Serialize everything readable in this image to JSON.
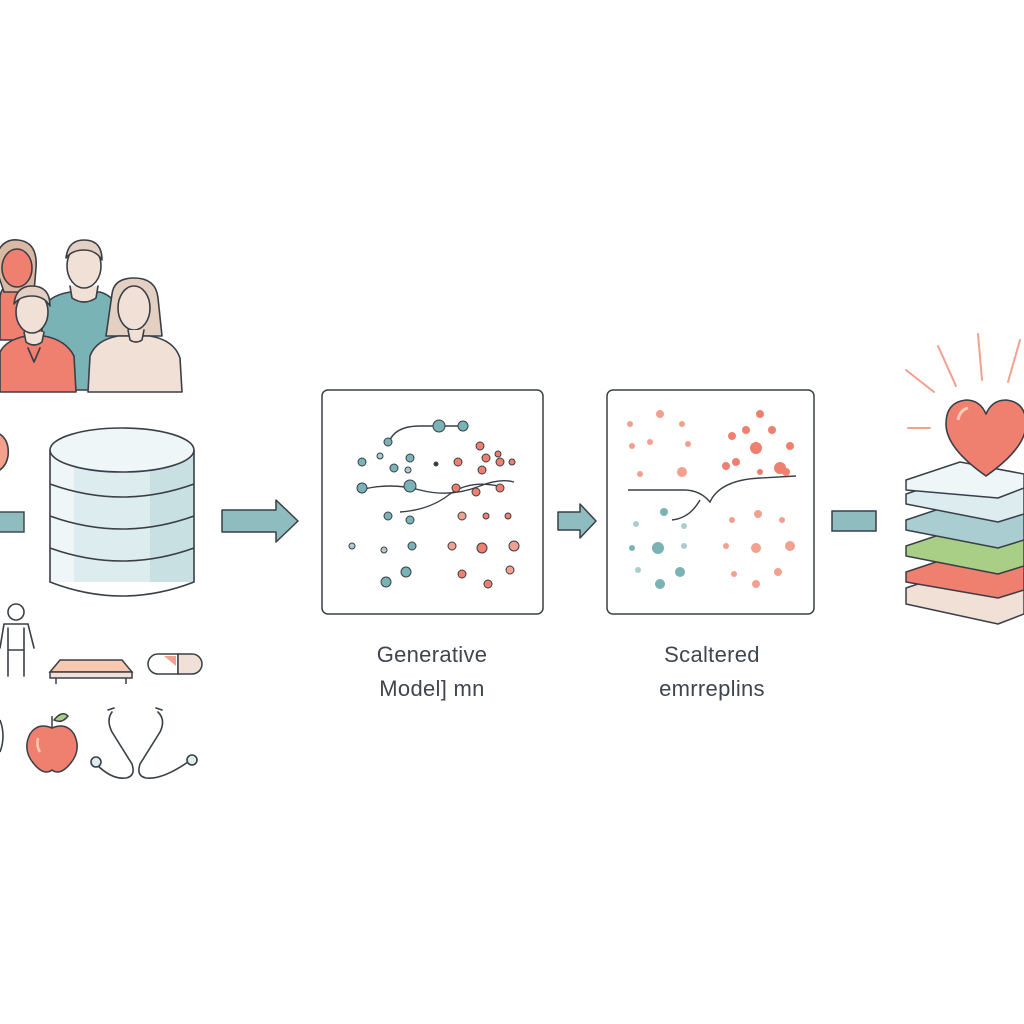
{
  "labels": {
    "model": {
      "line1": "Generative",
      "line2": "Model] mn"
    },
    "scatter": {
      "line1": "Scaltered",
      "line2": "emrreplins"
    }
  },
  "colors": {
    "outline": "#3a3f47",
    "teal": "#7ab3b6",
    "teal_light": "#a9cdd0",
    "coral": "#ef7f6f",
    "coral_light": "#f3a08f",
    "peach": "#f8c9b0",
    "cream": "#f0e0d6",
    "green": "#a9cf86",
    "cylinder": "#dcecef",
    "arrow": "#8ebcbf"
  },
  "icons": [
    "people-group-icon",
    "database-icon",
    "person-icon",
    "bed-icon",
    "pill-icon",
    "apple-icon",
    "stethoscope-icon",
    "heart-icon",
    "layer-stack-icon"
  ]
}
